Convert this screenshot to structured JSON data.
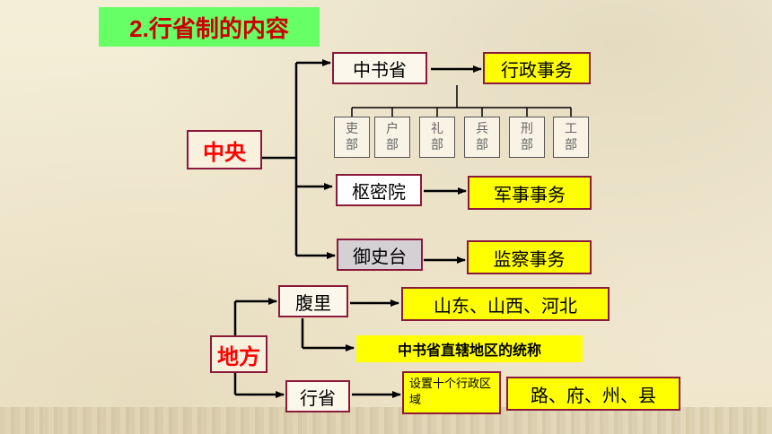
{
  "title": "2.行省制的内容",
  "central": {
    "label": "中央",
    "zhongshu": "中书省",
    "zhongshu_duty": "行政事务",
    "ministries": [
      {
        "top": "吏",
        "bottom": "部"
      },
      {
        "top": "户",
        "bottom": "部"
      },
      {
        "top": "礼",
        "bottom": "部"
      },
      {
        "top": "兵",
        "bottom": "部"
      },
      {
        "top": "刑",
        "bottom": "部"
      },
      {
        "top": "工",
        "bottom": "部"
      }
    ],
    "shumi": "枢密院",
    "shumi_duty": "军事事务",
    "yushi": "御史台",
    "yushi_duty": "监察事务"
  },
  "local": {
    "label": "地方",
    "fuli": "腹里",
    "fuli_regions": "山东、山西、河北",
    "fuli_note": "中书省直辖地区的统称",
    "xingsheng": "行省",
    "xingsheng_note": "设置十个行政区域",
    "xingsheng_levels": "路、府、州、县"
  },
  "colors": {
    "label_red": "#ff0000",
    "title_bg": "#66ff66",
    "highlight_yellow": "#ffff00",
    "border": "#8b1a3a"
  }
}
